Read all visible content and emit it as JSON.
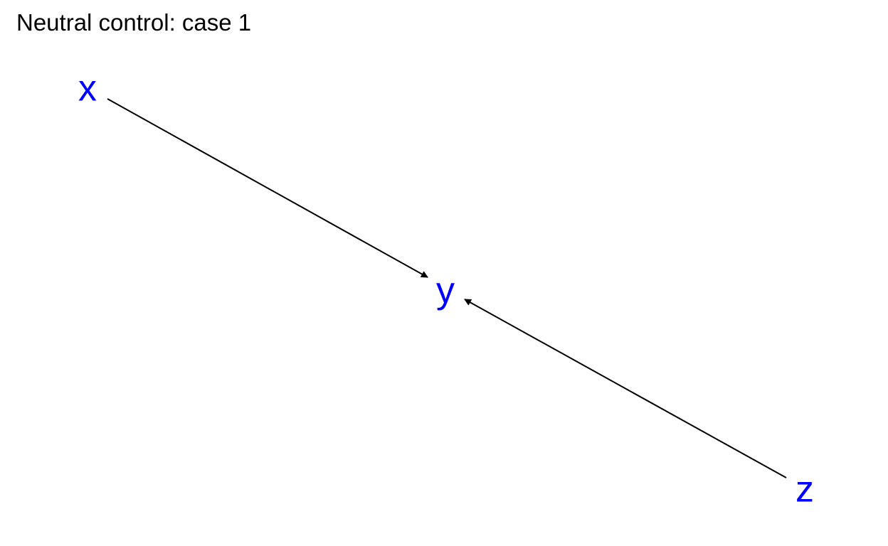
{
  "title": "Neutral control: case 1",
  "colors": {
    "node_label": "#0000ff",
    "edge": "#000000",
    "title": "#000000",
    "background": "#ffffff"
  },
  "nodes": [
    {
      "id": "x",
      "label": "x"
    },
    {
      "id": "y",
      "label": "y"
    },
    {
      "id": "z",
      "label": "z"
    }
  ],
  "edges": [
    {
      "from": "x",
      "to": "y"
    },
    {
      "from": "z",
      "to": "y"
    }
  ]
}
